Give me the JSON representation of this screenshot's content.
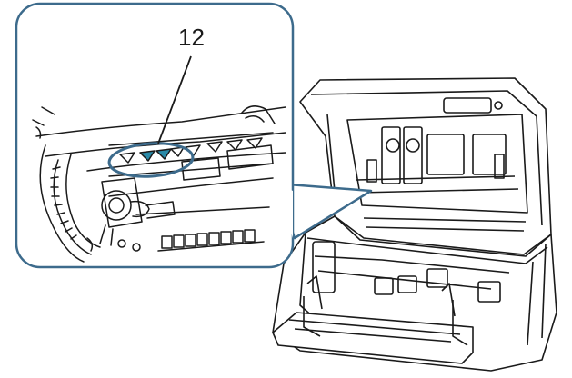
{
  "callout": {
    "number": "12"
  },
  "colors": {
    "outline": "#1a1a1a",
    "callout_frame": "#3d6b8c",
    "highlight_marker": "#2a8aa8",
    "background": "#ffffff"
  },
  "icons": {
    "marker_shape": "inverted-triangle",
    "device": "scanner-open-cover"
  }
}
